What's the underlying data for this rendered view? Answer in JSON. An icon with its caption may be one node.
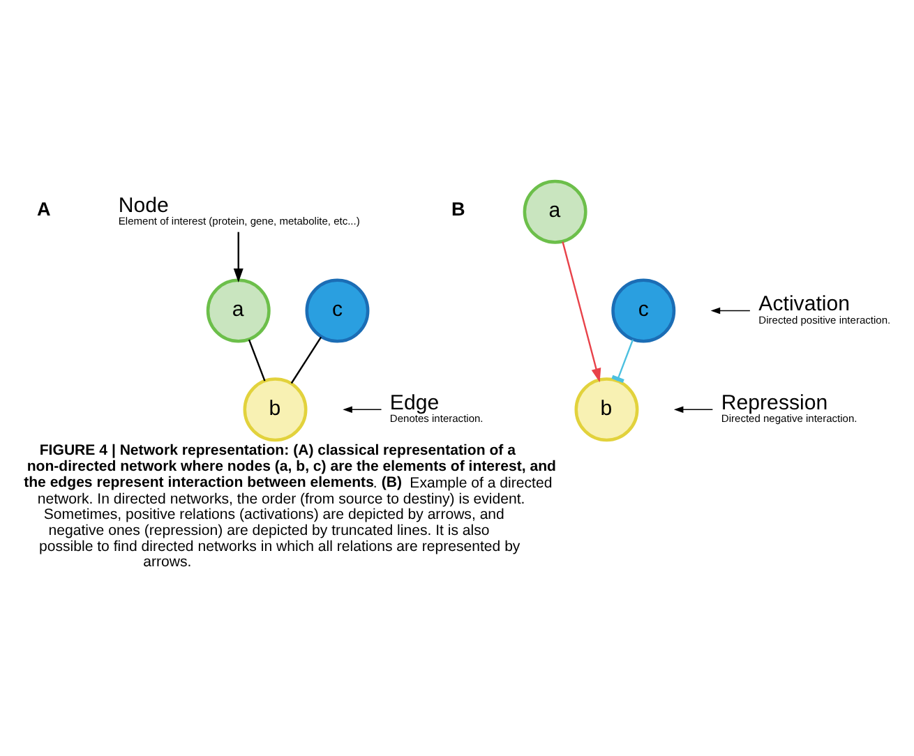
{
  "diagram": {
    "caption": "**FIGURE 4 | Network representation: (A) classical representation of a non-directed network where nodes (a, b, c) are the elements of interest, and the edges represent interaction between elements**. **(B)** Example of a directed network. In directed networks, the order (from source to destiny) is evident. Sometimes, positive relations (activations) are depicted by arrows, and negative ones (repression) are depicted by truncated lines. It is also possible to find directed networks in which all relations are represented by arrows.",
    "nodes": [
      {
        "text": [
          "Node"
        ],
        "beside": [
          "Element of interest (protein, gene, metabolite, etc...)"
        ]
      },
      {
        "text": [
          "a"
        ]
      },
      {
        "text": [
          "c"
        ]
      },
      {
        "text": [
          "b"
        ]
      },
      {
        "text": [
          "Edge"
        ],
        "beside": [
          "Denotes interaction."
        ]
      },
      {
        "text": [
          "a"
        ]
      },
      {
        "text": [
          "c"
        ]
      },
      {
        "text": [
          "b"
        ]
      },
      {
        "text": [
          "Activation"
        ],
        "beside": [
          "Directed positive interaction."
        ]
      },
      {
        "text": [
          "Repression"
        ],
        "beside": [
          "Directed negative interaction."
        ]
      }
    ],
    "edges": [
      {
        "from": 0,
        "to": 1,
        "arrow": "to"
      },
      {
        "from": 1,
        "to": 3,
        "arrow": "none"
      },
      {
        "from": 2,
        "to": 3,
        "arrow": "none"
      },
      {
        "from": 4,
        "to": null,
        "arrow": "to"
      },
      {
        "from": 5,
        "to": 7,
        "arrow": "to",
        "color": "#e8424a"
      },
      {
        "from": 6,
        "to": 7,
        "arrow": "other",
        "color": "#4cc0e0"
      },
      {
        "from": 8,
        "to": null,
        "arrow": "to"
      },
      {
        "from": 9,
        "to": null,
        "arrow": "to"
      }
    ],
    "labels": [
      "A",
      "B"
    ]
  }
}
